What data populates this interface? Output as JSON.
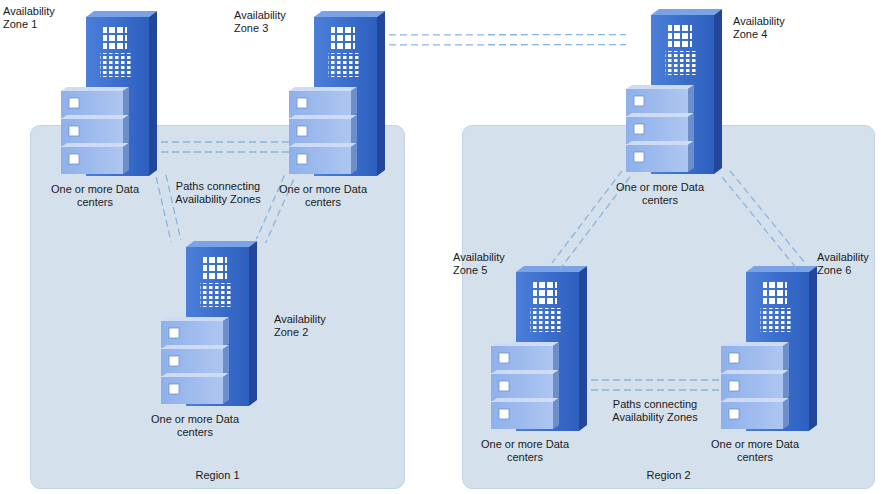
{
  "diagram": {
    "nodes": [
      {
        "text": [
          "Region 1"
        ]
      },
      {
        "text": [
          "Availability Zone 1",
          "One or more Data centers"
        ],
        "in": 0
      },
      {
        "text": [
          "Availability Zone 3",
          "One or more Data centers"
        ],
        "in": 0
      },
      {
        "text": [
          "Availability Zone 2",
          "One or more Data centers"
        ],
        "in": 0
      },
      {
        "text": [
          "Region 2"
        ]
      },
      {
        "text": [
          "Availability Zone 4",
          "One or more Data centers"
        ],
        "in": 4
      },
      {
        "text": [
          "Availability Zone 5",
          "One or more Data centers"
        ],
        "in": 4
      },
      {
        "text": [
          "Availability Zone 6",
          "One or more Data centers"
        ],
        "in": 4
      }
    ],
    "edges": [
      {
        "from": 1,
        "to": 2,
        "arrow": "none"
      },
      {
        "from": 1,
        "to": 3,
        "arrow": "none"
      },
      {
        "from": 2,
        "to": 3,
        "arrow": "none"
      },
      {
        "from": 2,
        "to": 5,
        "arrow": "none"
      },
      {
        "from": 5,
        "to": 6,
        "arrow": "none"
      },
      {
        "from": 5,
        "to": 7,
        "arrow": "none"
      },
      {
        "from": 6,
        "to": 7,
        "arrow": "none"
      }
    ],
    "labels": [
      "Paths connecting Availability Zones",
      "Paths connecting Availability Zones"
    ]
  }
}
